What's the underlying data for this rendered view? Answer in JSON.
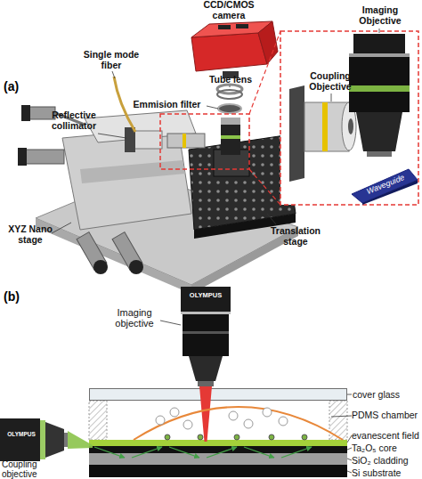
{
  "diagram": {
    "nodes": [
      {
        "text": [
          "Waveguide"
        ]
      },
      {
        "text": [
          "cover glass"
        ]
      },
      {
        "text": [
          "PDMS chamber"
        ]
      },
      {
        "text": [
          "evanescent field"
        ]
      },
      {
        "text": [
          "Ta₂O₅ core"
        ]
      },
      {
        "text": [
          "SiO₂ cladding"
        ]
      },
      {
        "text": [
          "Si substrate"
        ]
      }
    ],
    "labels": [
      "(a)",
      "CCD/CMOS camera",
      "Imaging Objective",
      "Single mode fiber",
      "Tube lens",
      "Emmision filter",
      "Coupling Objective",
      "Reflective collimator",
      "XYZ Nano stage",
      "Translation stage",
      "(b)",
      "OLYMPUS",
      "Imaging objective",
      "OLYMPUS",
      "Coupling objective"
    ]
  }
}
